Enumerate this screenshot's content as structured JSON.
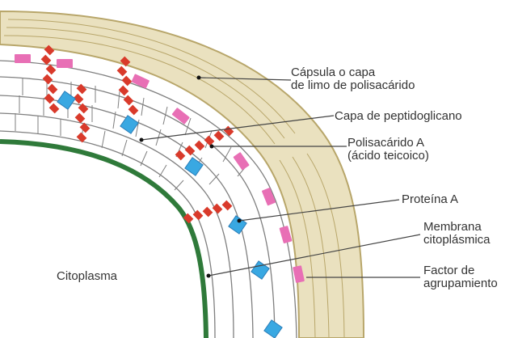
{
  "labels": {
    "capsula": "Cápsula o capa\nde limo de polisacárido",
    "peptidoglicano": "Capa de peptidoglicano",
    "polisacarido_a": "Polisacárido A\n(ácido teicoico)",
    "proteina_a": "Proteína A",
    "membrana": "Membrana\ncitoplásmica",
    "factor": "Factor de\nagrupamiento",
    "citoplasma": "Citoplasma"
  },
  "colors": {
    "membrane": "#2f7a3a",
    "capsule_fill": "#eae1bf",
    "capsule_stroke": "#b8a66a",
    "wall_line": "#7f7f7f",
    "chain": "#d93a2b",
    "protein_a": "#39a8e2",
    "factor": "#e86fb5",
    "leader": "#444444"
  }
}
